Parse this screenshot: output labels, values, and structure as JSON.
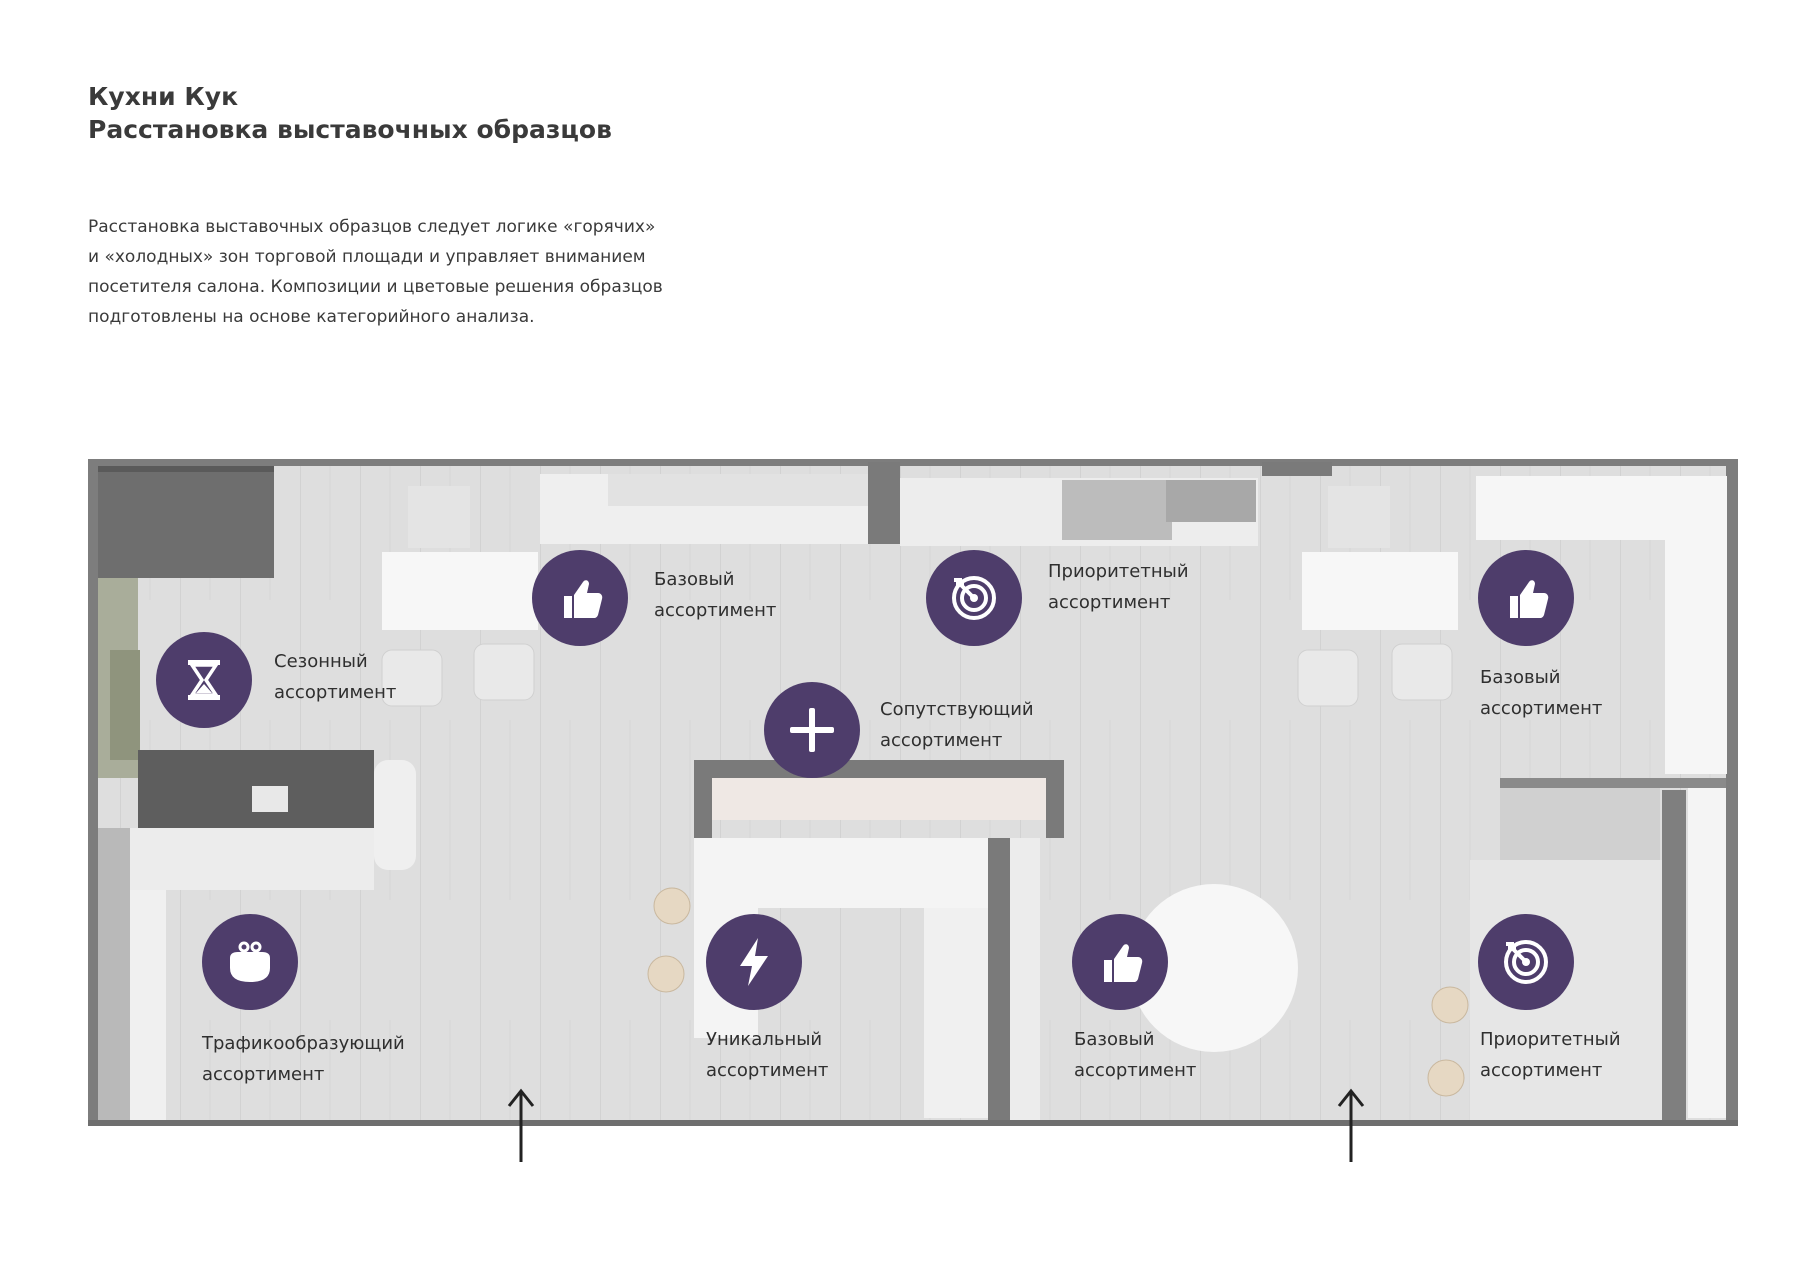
{
  "header": {
    "title_line1": "Кухни Кук",
    "title_line2": "Расстановка выставочных образцов"
  },
  "intro": {
    "line1": "Расстановка выставочных образцов следует логике «горячих»",
    "line2": "и «холодных» зон торговой площади и управляет вниманием",
    "line3": "посетителя салона. Композиции и цветовые решения образцов",
    "line4": "подготовлены на основе категорийного анализа."
  },
  "colors": {
    "badge": "#4e3d6b",
    "floor": "#dcdcdc",
    "wall": "#7a7a7a"
  },
  "zones": [
    {
      "icon": "thumbs-up-icon",
      "line1": "Базовый",
      "line2": "ассортимент"
    },
    {
      "icon": "target-icon",
      "line1": "Приоритетный",
      "line2": "ассортимент"
    },
    {
      "icon": "thumbs-up-icon",
      "line1": "Базовый",
      "line2": "ассортимент"
    },
    {
      "icon": "hourglass-icon",
      "line1": "Сезонный",
      "line2": "ассортимент"
    },
    {
      "icon": "plus-icon",
      "line1": "Сопутствующий",
      "line2": "ассортимент"
    },
    {
      "icon": "purse-icon",
      "line1": "Трафикообразующий",
      "line2": "ассортимент"
    },
    {
      "icon": "lightning-icon",
      "line1": "Уникальный",
      "line2": "ассортимент"
    },
    {
      "icon": "thumbs-up-icon",
      "line1": "Базовый",
      "line2": "ассортимент"
    },
    {
      "icon": "target-icon",
      "line1": "Приоритетный",
      "line2": "ассортимент"
    }
  ],
  "entrances": [
    "entrance-left",
    "entrance-right"
  ]
}
